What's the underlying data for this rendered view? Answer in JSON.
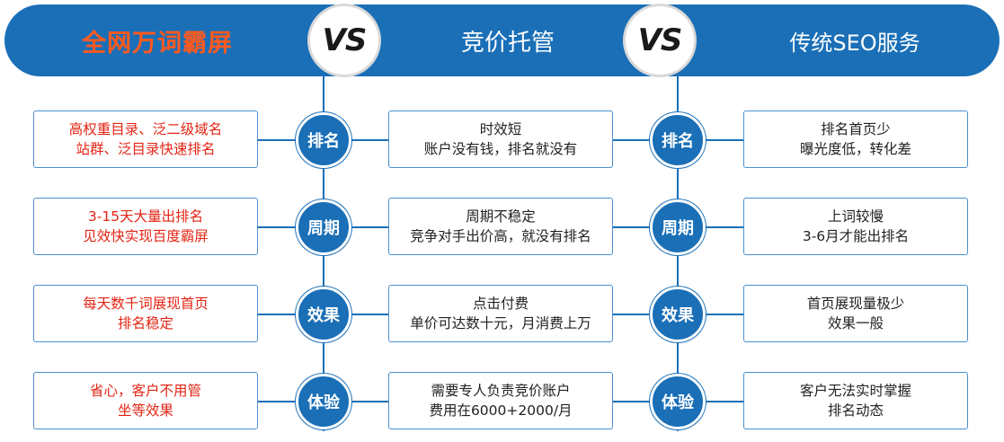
{
  "header": {
    "col1_title": "全网万词霸屏",
    "col2_title": "竞价托管",
    "col3_title": "传统SEO服务",
    "vs_label": "VS"
  },
  "colors": {
    "primary_blue": "#1a6fb7",
    "highlight_orange": "#ff5a1f",
    "left_text_red": "#e32414",
    "box_border": "#4a8fd0"
  },
  "rows": [
    {
      "label": "排名",
      "left": [
        "高权重目录、泛二级域名",
        "站群、泛目录快速排名"
      ],
      "mid": [
        "时效短",
        "账户没有钱，排名就没有"
      ],
      "right": [
        "排名首页少",
        "曝光度低，转化差"
      ]
    },
    {
      "label": "周期",
      "left": [
        "3-15天大量出排名",
        "见效快实现百度霸屏"
      ],
      "mid": [
        "周期不稳定",
        "竞争对手出价高，就没有排名"
      ],
      "right": [
        "上词较慢",
        "3-6月才能出排名"
      ]
    },
    {
      "label": "效果",
      "left": [
        "每天数千词展现首页",
        "排名稳定"
      ],
      "mid": [
        "点击付费",
        "单价可达数十元，月消费上万"
      ],
      "right": [
        "首页展现量极少",
        "效果一般"
      ]
    },
    {
      "label": "体验",
      "left": [
        "省心，客户不用管",
        "坐等效果"
      ],
      "mid": [
        "需要专人负责竞价账户",
        "费用在6000+2000/月"
      ],
      "right": [
        "客户无法实时掌握",
        "排名动态"
      ]
    }
  ]
}
